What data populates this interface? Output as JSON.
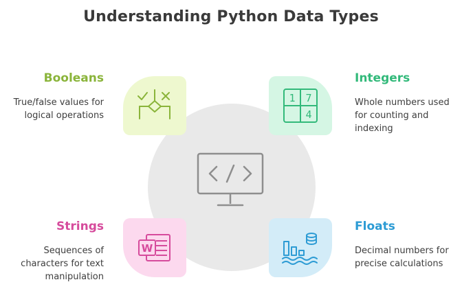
{
  "title": "Understanding Python Data Types",
  "center": {
    "icon": "code-monitor-icon",
    "background_color": "#e9e9e9"
  },
  "items": [
    {
      "label": "Booleans",
      "description_lines": [
        "True/false values for",
        "logical operations"
      ],
      "icon": "decision-check-cross-icon",
      "accent_color": "#8ab43a",
      "tile_color": "#eef8cf"
    },
    {
      "label": "Integers",
      "description_lines": [
        "Whole numbers used",
        "for counting and",
        "indexing"
      ],
      "icon": "number-grid-icon",
      "icon_digits": [
        "1",
        "7",
        "4"
      ],
      "accent_color": "#32b97a",
      "tile_color": "#d5f6e4"
    },
    {
      "label": "Strings",
      "description_lines": [
        "Sequences of",
        "characters for text",
        "manipulation"
      ],
      "icon": "word-document-icon",
      "icon_letter": "W",
      "accent_color": "#d64b9c",
      "tile_color": "#fcd9ee"
    },
    {
      "label": "Floats",
      "description_lines": [
        "Decimal numbers for",
        "precise calculations"
      ],
      "icon": "data-chart-wave-icon",
      "accent_color": "#2c9bd4",
      "tile_color": "#d3ecf8"
    }
  ]
}
